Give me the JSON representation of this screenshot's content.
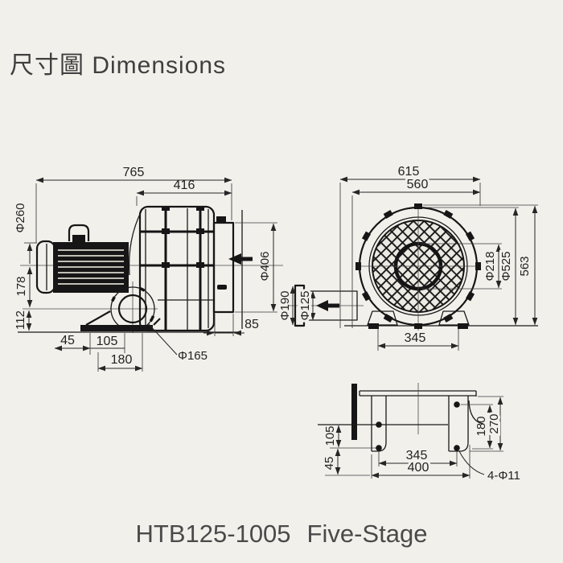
{
  "title": "尺寸圖 Dimensions",
  "caption": {
    "model": "HTB125-1005",
    "stage": "Five-Stage"
  },
  "colors": {
    "background": "#f1f0eb",
    "line": "#1a1a1a",
    "text": "#3f3f3f"
  },
  "side_view": {
    "overall_length": "765",
    "housing_length": "416",
    "motor_diameter": "Φ260",
    "shaft_center_height": "178",
    "base_height": "112",
    "foot_edge_offset": "45",
    "foot_hole_pitch": "105",
    "foot_length": "180",
    "inlet_flange_diameter": "Φ165",
    "outlet_flange_depth": "85",
    "outlet_flange_diameter": "Φ406"
  },
  "front_view": {
    "overall_width": "615",
    "casing_width": "560",
    "hub_diameter": "Φ218",
    "casing_diameter": "Φ525",
    "overall_height": "563",
    "outlet_flange_diameter": "Φ190",
    "outlet_diameter": "Φ125",
    "foot_span": "345"
  },
  "base_view": {
    "hole_pitch_front": "105",
    "edge_offset": "45",
    "hole_pitch_length": "345",
    "base_length": "400",
    "hole_pitch_depth": "180",
    "base_depth": "270",
    "mounting_holes": "4-Φ11"
  }
}
